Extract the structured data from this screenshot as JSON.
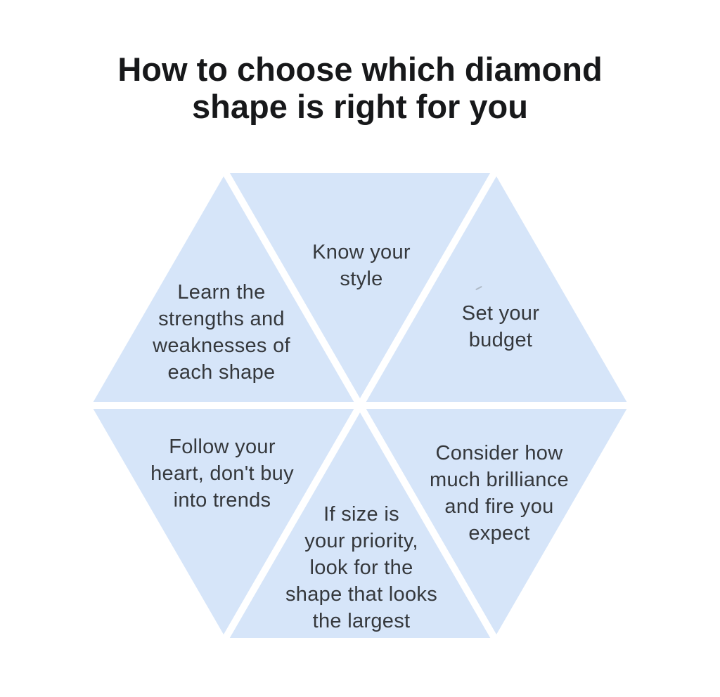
{
  "title": {
    "text": "How to choose which diamond\nshape is right for you"
  },
  "diagram": {
    "type": "hexagon-segmented",
    "segment_fill": "#d6e5f9",
    "divider_color": "#ffffff",
    "text_color": "#35383c",
    "segments": [
      {
        "id": "know-style",
        "position": "top",
        "text": "Know your\nstyle"
      },
      {
        "id": "set-budget",
        "position": "top-right",
        "text": "Set your\nbudget"
      },
      {
        "id": "brilliance-fire",
        "position": "bottom-right",
        "text": "Consider how\nmuch brilliance\nand fire you\nexpect"
      },
      {
        "id": "size-priority",
        "position": "bottom",
        "text": "If size is\nyour priority,\nlook for the\nshape that looks\nthe largest"
      },
      {
        "id": "follow-heart",
        "position": "bottom-left",
        "text": "Follow your\nheart, don't buy\ninto trends"
      },
      {
        "id": "learn-shapes",
        "position": "top-left",
        "text": "Learn the\nstrengths and\nweaknesses of\neach shape"
      }
    ]
  }
}
